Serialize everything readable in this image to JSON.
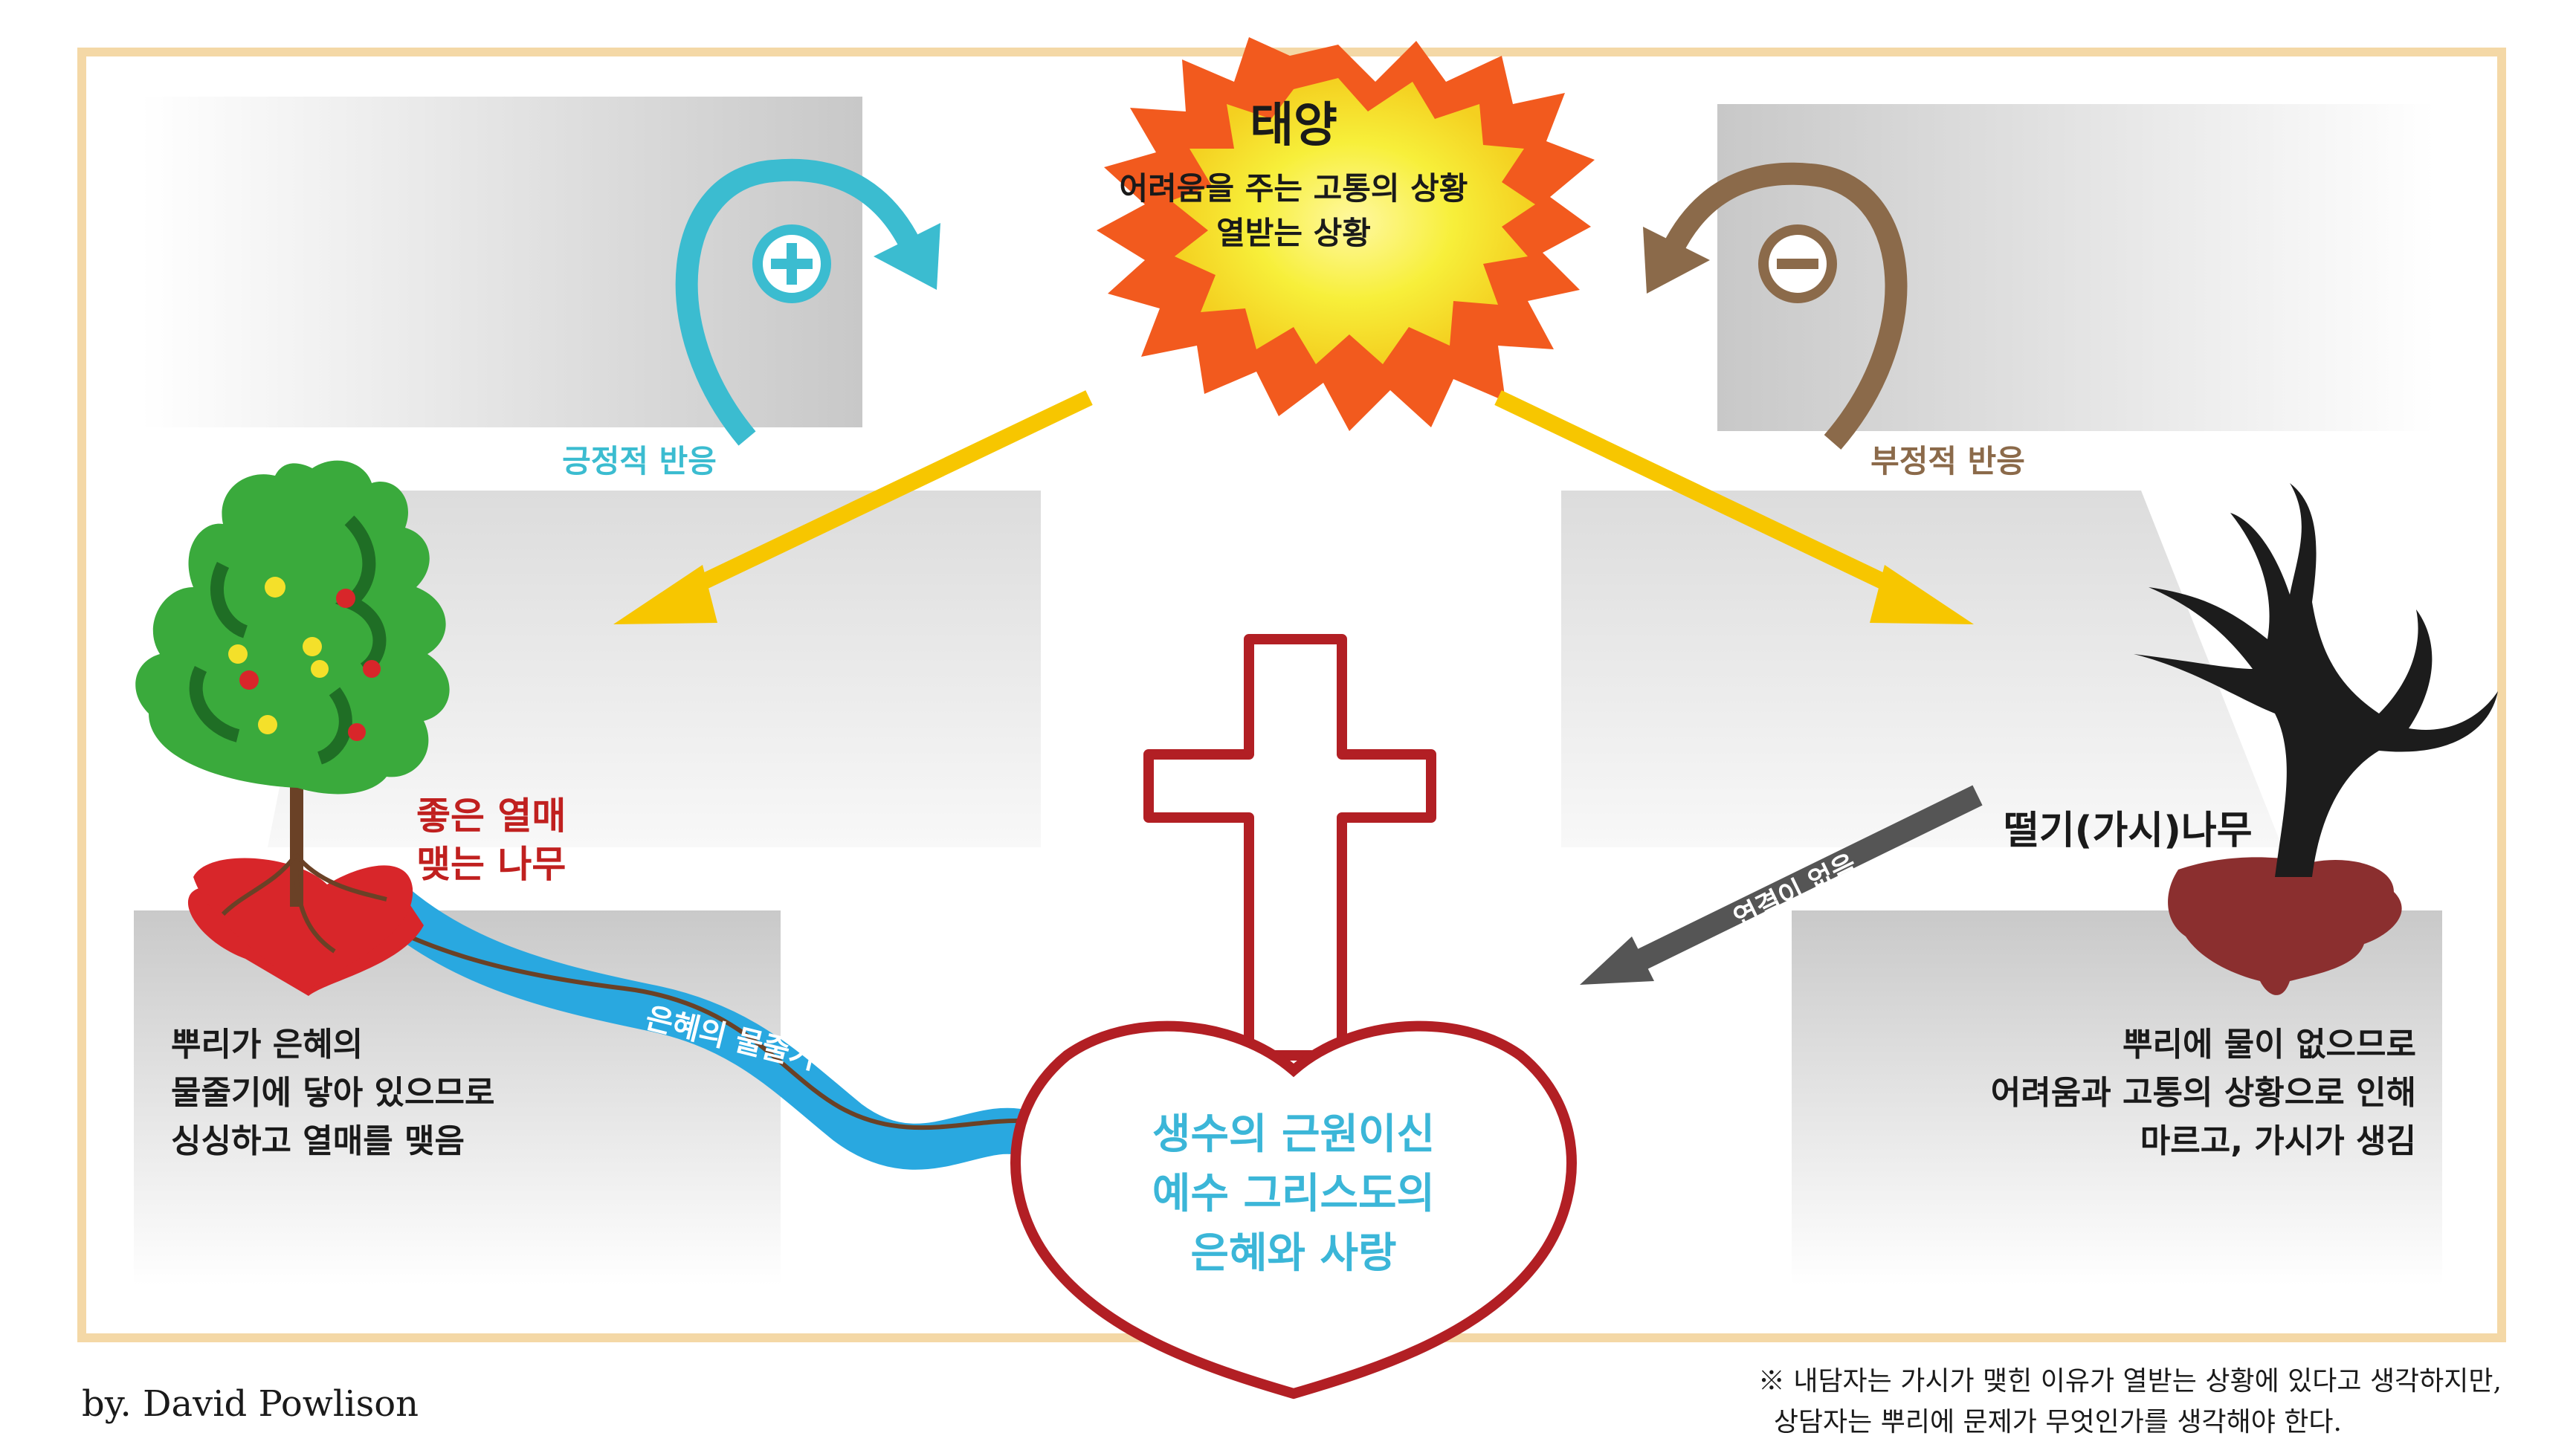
{
  "sun": {
    "title": "태양",
    "line1": "어려움을 주는 고통의 상황",
    "line2": "열받는 상황"
  },
  "left": {
    "reaction": "긍정적 반응",
    "tree_label_1": "좋은 열매",
    "tree_label_2": "맺는 나무",
    "desc_1": "뿌리가 은혜의",
    "desc_2": "물줄기에 닿아 있으므로",
    "desc_3": "싱싱하고 열매를 맺음",
    "stream_label": "은혜의 물줄기"
  },
  "right": {
    "reaction": "부정적 반응",
    "tree_label": "떨기(가시)나무",
    "no_connection": "연결이 없음",
    "desc_1": "뿌리에 물이 없으므로",
    "desc_2": "어려움과 고통의 상황으로 인해",
    "desc_3": "마르고, 가시가 생김"
  },
  "center": {
    "line1": "생수의 근원이신",
    "line2": "예수 그리스도의",
    "line3": "은혜와 사랑"
  },
  "footer": {
    "credit": "by. David Powlison",
    "note_1": "※ 내담자는 가시가 맺힌 이유가 열받는 상황에 있다고 생각하지만,",
    "note_2": "상담자는 뿌리에 문제가 무엇인가를 생각해야 한다."
  },
  "colors": {
    "frame": "#F4D8A6",
    "positive": "#3BBCD0",
    "negative": "#8B6A4A",
    "sun_arrow": "#F7C600",
    "red": "#C0201F",
    "stream": "#29A8E0",
    "center_text": "#3BB6D8",
    "dark_arrow": "#555555"
  }
}
